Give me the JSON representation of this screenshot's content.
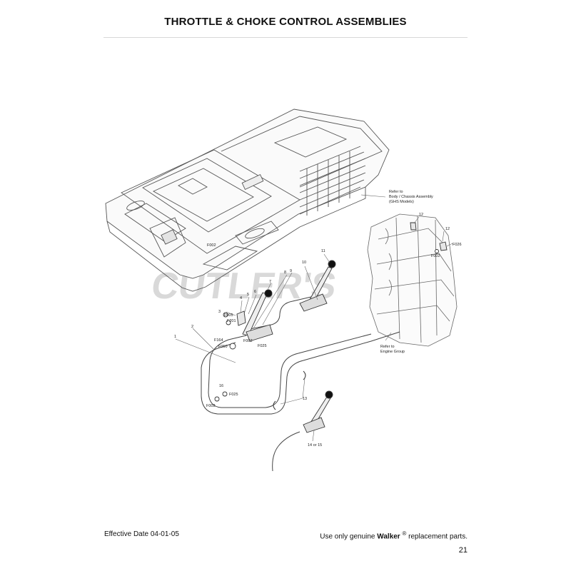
{
  "page": {
    "title": "THROTTLE & CHOKE CONTROL ASSEMBLIES",
    "watermark": "CUTLER'S",
    "footer": {
      "effective_date": "Effective Date 04-01-05",
      "notice_prefix": "Use only genuine ",
      "brand": "Walker",
      "registered": "®",
      "notice_suffix": " replacement parts.",
      "page_number": "21"
    }
  },
  "diagram": {
    "refer_body": [
      "Refer to",
      "Body / Chassis Assembly",
      "(GHS Models)"
    ],
    "refer_engine": [
      "Refer to",
      "Engine Group"
    ],
    "callouts": {
      "n1": "1",
      "n2": "2",
      "n3": "3",
      "n4": "4",
      "n5": "5",
      "n6": "6",
      "n7": "7",
      "n8": "8",
      "n9": "9",
      "n10": "10",
      "n11": "11",
      "n12a": "12",
      "n12b": "12",
      "n13": "13",
      "n14": "14 or 15",
      "n16": "16",
      "f002_top": "F002",
      "f002_right": "F002",
      "f002_mid": "F002",
      "f002_bottom": "F002",
      "f005": "F005",
      "f201": "F201",
      "f164": "F164",
      "f050": "F050",
      "f025_mid": "F025",
      "f025_low": "F025",
      "f026": "F026"
    }
  }
}
